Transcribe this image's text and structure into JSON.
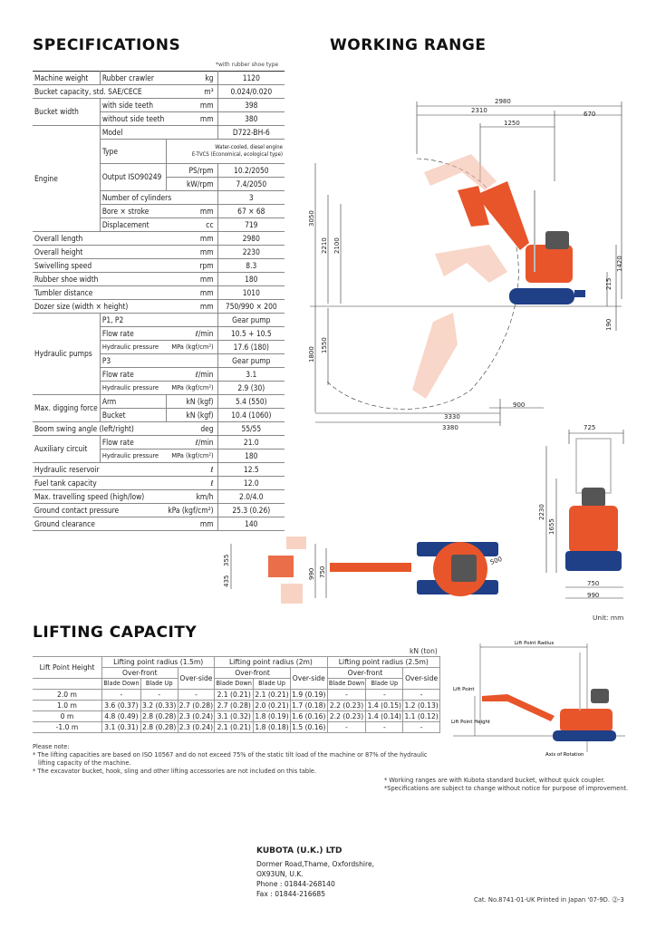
{
  "headings": {
    "specifications": "SPECIFICATIONS",
    "working_range": "WORKING RANGE",
    "lifting_capacity": "LIFTING CAPACITY"
  },
  "spec_note": "*with rubber shoe type",
  "spec": {
    "machine_weight": {
      "label": "Machine weight",
      "sub": "Rubber crawler",
      "unit": "kg",
      "value": "1120"
    },
    "bucket_capacity": {
      "label": "Bucket capacity, std. SAE/CECE",
      "unit": "m³",
      "value": "0.024/0.020"
    },
    "bucket_width": {
      "label": "Bucket width",
      "with": "with side teeth",
      "with_unit": "mm",
      "with_value": "398",
      "without": "without side teeth",
      "without_unit": "mm",
      "without_value": "380"
    },
    "engine": {
      "label": "Engine",
      "model_label": "Model",
      "model_value": "D722-BH-6",
      "type_label": "Type",
      "type_value1": "Water-cooled, diesel engine",
      "type_value2": "E-TVCS (Economical, ecological type)",
      "output_label": "Output ISO90249",
      "ps_unit": "PS/rpm",
      "ps_value": "10.2/2050",
      "kw_unit": "kW/rpm",
      "kw_value": "7.4/2050",
      "cyl_label": "Number of cylinders",
      "cyl_value": "3",
      "bore_label": "Bore × stroke",
      "bore_unit": "mm",
      "bore_value": "67 × 68",
      "disp_label": "Displacement",
      "disp_unit": "cc",
      "disp_value": "719"
    },
    "overall_length": {
      "label": "Overall length",
      "unit": "mm",
      "value": "2980"
    },
    "overall_height": {
      "label": "Overall height",
      "unit": "mm",
      "value": "2230"
    },
    "swivelling_speed": {
      "label": "Swivelling speed",
      "unit": "rpm",
      "value": "8.3"
    },
    "rubber_shoe_width": {
      "label": "Rubber shoe width",
      "unit": "mm",
      "value": "180"
    },
    "tumbler_distance": {
      "label": "Tumbler distance",
      "unit": "mm",
      "value": "1010"
    },
    "dozer_size": {
      "label": "Dozer size (width × height)",
      "unit": "mm",
      "value": "750/990 × 200"
    },
    "hydraulic_pumps": {
      "label": "Hydraulic pumps",
      "p1": "P1, P2",
      "p1_value": "Gear pump",
      "flow1_label": "Flow rate",
      "flow1_unit": "ℓ/min",
      "flow1_value": "10.5 + 10.5",
      "press1_label": "Hydraulic pressure",
      "press1_unit": "MPa (kgf/cm²)",
      "press1_value": "17.6 (180)",
      "p3": "P3",
      "p3_value": "Gear pump",
      "flow3_label": "Flow rate",
      "flow3_unit": "ℓ/min",
      "flow3_value": "3.1",
      "press3_label": "Hydraulic pressure",
      "press3_unit": "MPa (kgf/cm²)",
      "press3_value": "2.9 (30)"
    },
    "digging_force": {
      "label": "Max. digging force",
      "arm": "Arm",
      "arm_unit": "kN (kgf)",
      "arm_value": "5.4 (550)",
      "bucket": "Bucket",
      "bucket_unit": "kN (kgf)",
      "bucket_value": "10.4 (1060)"
    },
    "boom_swing": {
      "label": "Boom swing angle (left/right)",
      "unit": "deg",
      "value": "55/55"
    },
    "aux": {
      "label": "Auxiliary circuit",
      "flow_label": "Flow rate",
      "flow_unit": "ℓ/min",
      "flow_value": "21.0",
      "press_label": "Hydraulic pressure",
      "press_unit": "MPa (kgf/cm²)",
      "press_value": "180"
    },
    "reservoir": {
      "label": "Hydraulic reservoir",
      "unit": "ℓ",
      "value": "12.5"
    },
    "fuel": {
      "label": "Fuel tank capacity",
      "unit": "ℓ",
      "value": "12.0"
    },
    "travel": {
      "label": "Max. travelling speed (high/low)",
      "unit": "km/h",
      "value": "2.0/4.0"
    },
    "ground_pressure": {
      "label": "Ground contact pressure",
      "unit": "kPa (kgf/cm²)",
      "value": "25.3 (0.26)"
    },
    "clearance": {
      "label": "Ground clearance",
      "unit": "mm",
      "value": "140"
    }
  },
  "working_dims": {
    "d2980": "2980",
    "d2310": "2310",
    "d670": "670",
    "d1250": "1250",
    "d3050": "3050",
    "d2210": "2210",
    "d2100": "2100",
    "d1420": "1420",
    "d215": "215",
    "d190": "190",
    "d1800": "1800",
    "d1550": "1550",
    "d900": "900",
    "d3330": "3330",
    "d3380": "3380",
    "d725": "725",
    "d2230": "2230",
    "d1655": "1655",
    "d750": "750",
    "d990": "990",
    "d355": "355",
    "d435": "435",
    "d990b": "990",
    "d750b": "750",
    "d500": "500"
  },
  "unit_label": "Unit: mm",
  "lifting": {
    "unit": "kN (ton)",
    "head_lpr": "Lift Point Height",
    "radii": [
      "Lifting point radius (1.5m)",
      "Lifting point radius (2m)",
      "Lifting point radius (2.5m)"
    ],
    "overfront": "Over-front",
    "overside": "Over-side",
    "blade_down": "Blade Down",
    "blade_up": "Blade Up",
    "rows": [
      {
        "h": "2.0 m",
        "v": [
          "-",
          "-",
          "-",
          "2.1 (0.21)",
          "2.1 (0.21)",
          "1.9 (0.19)",
          "-",
          "-",
          "-"
        ]
      },
      {
        "h": "1.0 m",
        "v": [
          "3.6 (0.37)",
          "3.2 (0.33)",
          "2.7 (0.28)",
          "2.7 (0.28)",
          "2.0 (0.21)",
          "1.7 (0.18)",
          "2.2 (0.23)",
          "1.4 (0.15)",
          "1.2 (0.13)"
        ]
      },
      {
        "h": "0 m",
        "v": [
          "4.8 (0.49)",
          "2.8 (0.28)",
          "2.3 (0.24)",
          "3.1 (0.32)",
          "1.8 (0.19)",
          "1.6 (0.16)",
          "2.2 (0.23)",
          "1.4 (0.14)",
          "1.1 (0.12)"
        ]
      },
      {
        "h": "-1.0 m",
        "v": [
          "3.1 (0.31)",
          "2.8 (0.28)",
          "2.3 (0.24)",
          "2.1 (0.21)",
          "1.8 (0.18)",
          "1.5 (0.16)",
          "-",
          "-",
          "-"
        ]
      }
    ],
    "diagram": {
      "radius": "Lift Point Radius",
      "point": "Lift Point",
      "height": "Lift Point Height",
      "axis": "Axis of Rotation"
    }
  },
  "notes": {
    "please": "Please note:",
    "n1": "* The lifting capacities are based on ISO 10567 and do not exceed 75% of the static tilt load of the machine or 87% of the hydraulic",
    "n1b": "lifting capacity of the machine.",
    "n2": "* The excavator bucket, hook, sling and other lifting accessories are not included on this table.",
    "r1": "* Working ranges are with Kubota standard bucket, without quick coupler.",
    "r2": "*Specifications are subject to change without notice for purpose of improvement."
  },
  "company": {
    "name": "KUBOTA (U.K.) LTD",
    "l1": "Dormer Road,Thame, Oxfordshire,",
    "l2": "OX93UN, U.K.",
    "l3": "Phone : 01844-268140",
    "l4": "Fax : 01844-216685"
  },
  "catalog": "Cat. No.8741-01-UK Printed in Japan '07-9D. ⓶-3",
  "colors": {
    "orange": "#e8552a",
    "blue": "#1f3f86",
    "pale": "#f3b59c"
  }
}
